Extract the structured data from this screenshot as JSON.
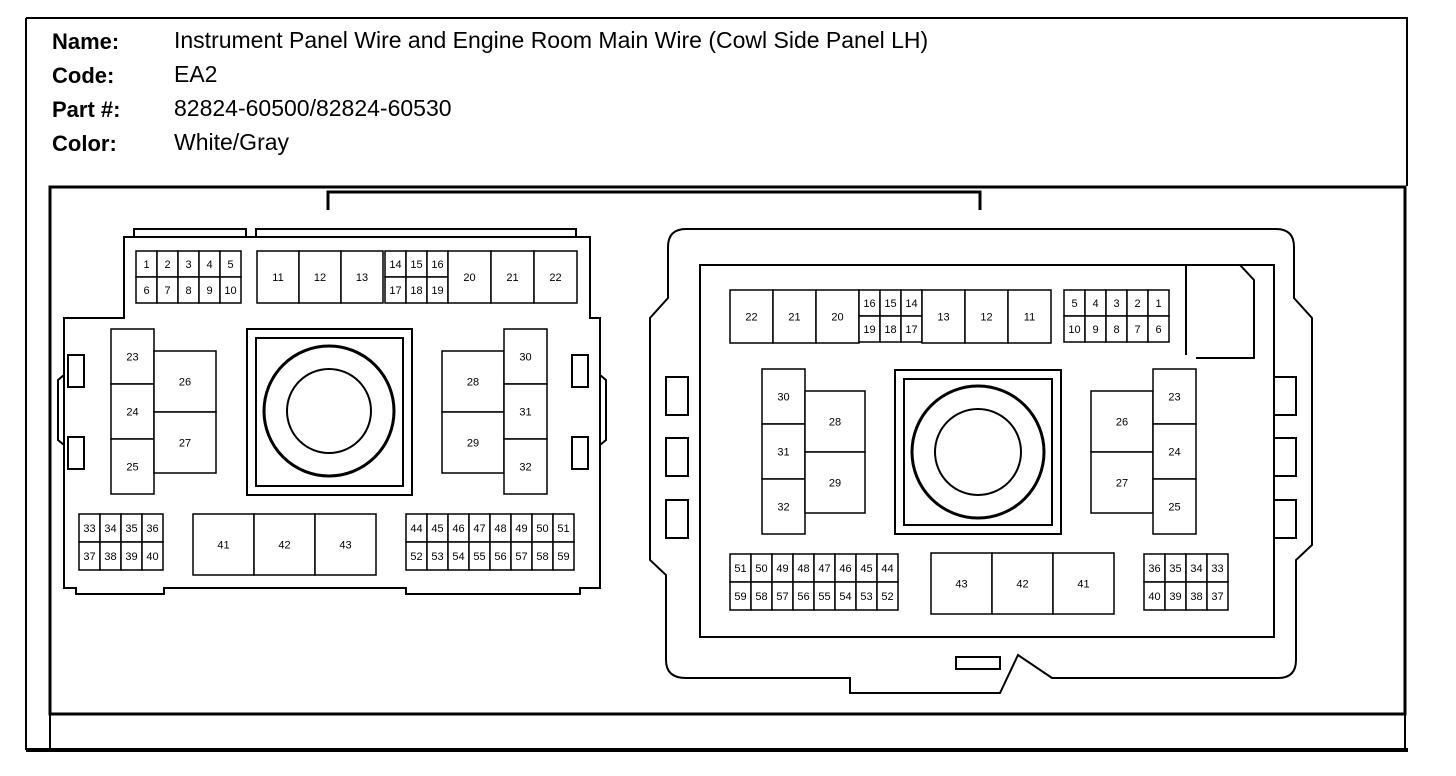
{
  "header": {
    "name_label": "Name:",
    "name_value": "Instrument Panel Wire and Engine Room Main Wire (Cowl Side Panel LH)",
    "code_label": "Code:",
    "code_value": "EA2",
    "part_label": "Part #:",
    "part_value": "82824-60500/82824-60530",
    "color_label": "Color:",
    "color_value": "White/Gray"
  },
  "left_connector": {
    "top_small": [
      "1",
      "2",
      "3",
      "4",
      "5",
      "6",
      "7",
      "8",
      "9",
      "10"
    ],
    "top_right": {
      "big": [
        "11",
        "12",
        "13"
      ],
      "small": [
        "14",
        "15",
        "16",
        "17",
        "18",
        "19"
      ],
      "tail": [
        "20",
        "21",
        "22"
      ]
    },
    "left_col": [
      "23",
      "24",
      "25"
    ],
    "left_mid": [
      "26",
      "27"
    ],
    "right_mid": [
      "28",
      "29"
    ],
    "right_col": [
      "30",
      "31",
      "32"
    ],
    "bottom_left": [
      "33",
      "34",
      "35",
      "36",
      "37",
      "38",
      "39",
      "40"
    ],
    "bottom_mid": [
      "41",
      "42",
      "43"
    ],
    "bottom_right": [
      "44",
      "45",
      "46",
      "47",
      "48",
      "49",
      "50",
      "51",
      "52",
      "53",
      "54",
      "55",
      "56",
      "57",
      "58",
      "59"
    ]
  },
  "right_connector": {
    "top_left_tail": [
      "22",
      "21",
      "20"
    ],
    "top_left_small": [
      "16",
      "15",
      "14",
      "19",
      "18",
      "17"
    ],
    "top_left_big": [
      "13",
      "12",
      "11"
    ],
    "top_right_small": [
      "5",
      "4",
      "3",
      "2",
      "1",
      "10",
      "9",
      "8",
      "7",
      "6"
    ],
    "left_col": [
      "30",
      "31",
      "32"
    ],
    "left_mid": [
      "28",
      "29"
    ],
    "right_mid": [
      "26",
      "27"
    ],
    "right_col": [
      "23",
      "24",
      "25"
    ],
    "bottom_left": [
      "51",
      "50",
      "49",
      "48",
      "47",
      "46",
      "45",
      "44",
      "59",
      "58",
      "57",
      "56",
      "55",
      "54",
      "53",
      "52"
    ],
    "bottom_mid": [
      "43",
      "42",
      "41"
    ],
    "bottom_right": [
      "36",
      "35",
      "34",
      "33",
      "40",
      "39",
      "38",
      "37"
    ]
  }
}
